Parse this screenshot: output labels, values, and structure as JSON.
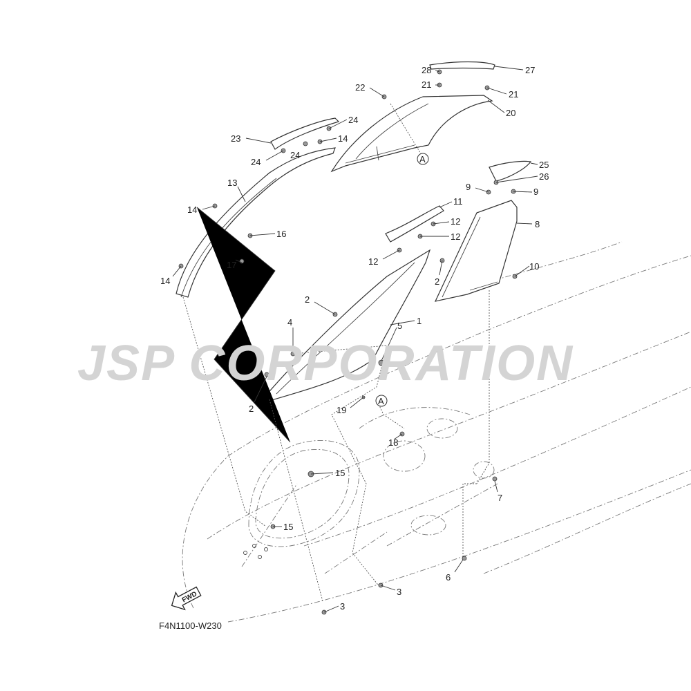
{
  "diagram_code": "F4N1100-W230",
  "fwd_label": "FWD",
  "watermark": "JSP CORPORATION",
  "ref_mark": "A",
  "callouts": {
    "c1": "1",
    "c2a": "2",
    "c2b": "2",
    "c2c": "2",
    "c3a": "3",
    "c3b": "3",
    "c4": "4",
    "c5": "5",
    "c6": "6",
    "c7": "7",
    "c8": "8",
    "c9a": "9",
    "c9b": "9",
    "c10": "10",
    "c11": "11",
    "c12a": "12",
    "c12b": "12",
    "c12c": "12",
    "c13": "13",
    "c14a": "14",
    "c14b": "14",
    "c14c": "14",
    "c15a": "15",
    "c15b": "15",
    "c16": "16",
    "c17": "17",
    "c18": "18",
    "c19": "19",
    "c20": "20",
    "c21a": "21",
    "c21b": "21",
    "c22": "22",
    "c23": "23",
    "c24a": "24",
    "c24b": "24",
    "c24c": "24",
    "c25": "25",
    "c26": "26",
    "c27": "27",
    "c28": "28"
  }
}
